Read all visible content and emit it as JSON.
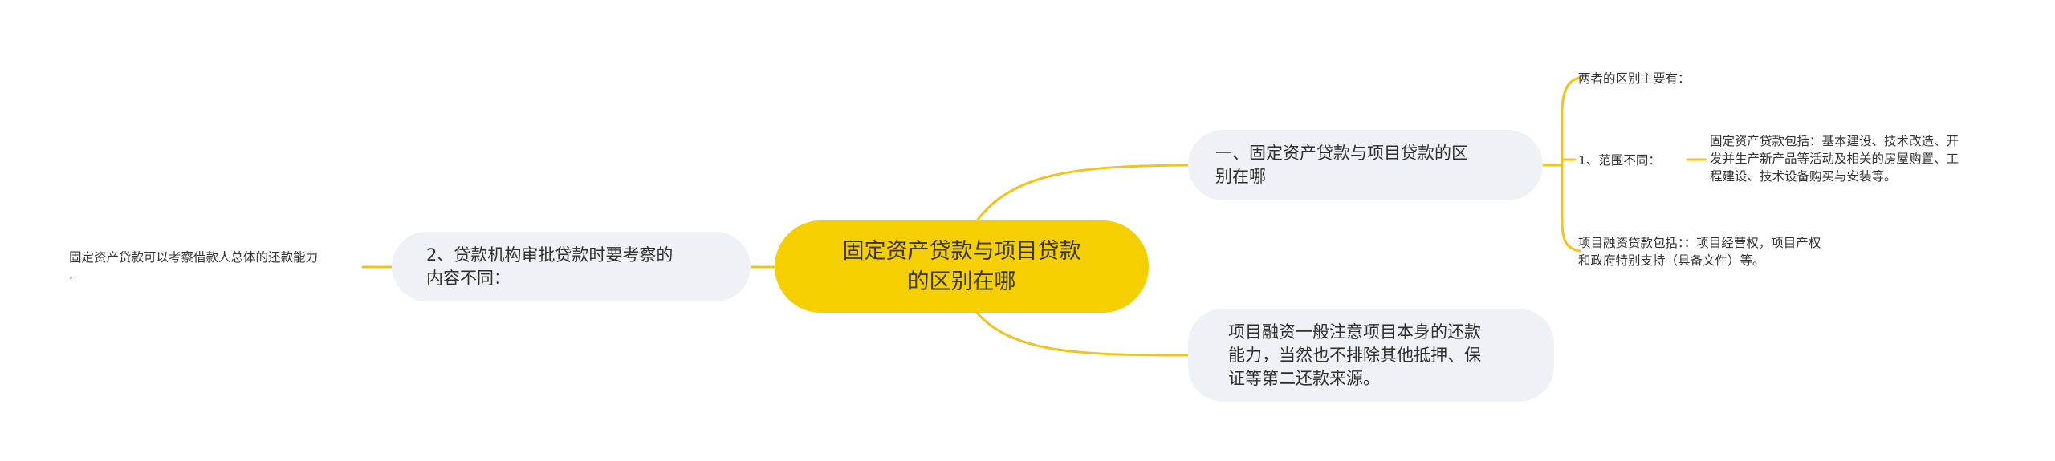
{
  "mindmap": {
    "root": {
      "label": "固定资产贷款与项目贷款的区别在哪",
      "lines": [
        "固定资产贷款与项目贷款",
        "的区别在哪"
      ]
    },
    "branches": [
      {
        "id": "right-top",
        "label": "一、固定资产贷款与项目贷款的区别在哪",
        "lines": [
          "一、固定资产贷款与项目贷款的区",
          "别在哪"
        ],
        "children": [
          {
            "label": "两者的区别主要有：",
            "lines": [
              "两者的区别主要有："
            ]
          },
          {
            "label": "1、范围不同：",
            "lines": [
              "1、范围不同："
            ],
            "children": [
              {
                "label": "固定资产贷款包括：基本建设、技术改造、开发并生产新产品等活动及相关的房屋购置、工程建设、技术设备购买与安装等。",
                "lines": [
                  "固定资产贷款包括：基本建设、技术改造、开",
                  "发并生产新产品等活动及相关的房屋购置、工",
                  "程建设、技术设备购买与安装等。"
                ]
              }
            ]
          },
          {
            "label": "项目融资贷款包括：：项目经营权，项目产权和政府特别支持（具备文件）等。",
            "lines": [
              "项目融资贷款包括：：项目经营权，项目产权",
              "和政府特别支持（具备文件）等。"
            ]
          }
        ]
      },
      {
        "id": "right-bottom",
        "label": "项目融资一般注意项目本身的还款能力，当然也不排除其他抵押、保证等第二还款来源。",
        "lines": [
          "项目融资一般注意项目本身的还款",
          "能力，当然也不排除其他抵押、保",
          "证等第二还款来源。"
        ]
      },
      {
        "id": "left",
        "label": "2、贷款机构审批贷款时要考察的内容不同：",
        "lines": [
          "2、贷款机构审批贷款时要考察的",
          "内容不同："
        ],
        "children": [
          {
            "label": "固定资产贷款可以考察借款人总体的还款能力.",
            "lines": [
              "固定资产贷款可以考察借款人总体的还款能力",
              "."
            ]
          }
        ]
      }
    ]
  },
  "colors": {
    "root_fill": "#f5cf00",
    "sub_fill": "#eef1f5",
    "link": "#f0c419",
    "text": "#333333"
  }
}
